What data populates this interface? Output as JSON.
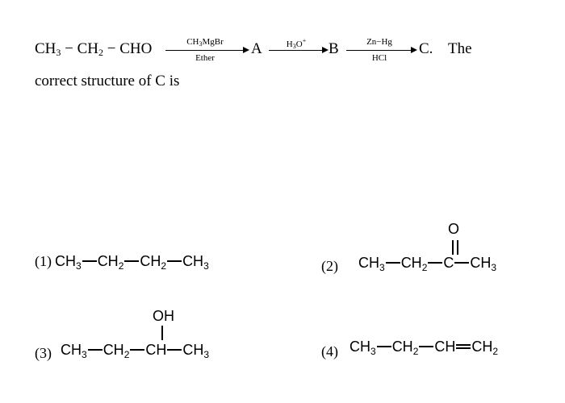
{
  "question": {
    "reactant": {
      "a": "CH",
      "a_sub": "3",
      "b": " − CH",
      "b_sub": "2",
      "c": " − CHO"
    },
    "step1": {
      "reagent": "CH",
      "reagent_sub": "3",
      "reagent_rest": "MgBr",
      "condition": "Ether",
      "product": "A"
    },
    "step2": {
      "reagent": "H",
      "reagent_sub": "3",
      "reagent_rest": "O",
      "reagent_sup": "+",
      "product": "B"
    },
    "step3": {
      "reagent": "Zn−Hg",
      "condition": "HCl",
      "product": "C."
    },
    "tail": "The",
    "line2": "correct structure of C is"
  },
  "options": [
    {
      "num": "(1)",
      "groups": [
        "CH",
        "CH",
        "CH",
        "CH"
      ],
      "subs": [
        "3",
        "2",
        "2",
        "3"
      ]
    },
    {
      "num": "(2)",
      "groups": [
        "CH",
        "CH",
        "C",
        "CH"
      ],
      "subs": [
        "3",
        "2",
        "",
        "3"
      ],
      "top_atom": "O"
    },
    {
      "num": "(3)",
      "groups": [
        "CH",
        "CH",
        "CH",
        "CH"
      ],
      "subs": [
        "3",
        "2",
        "",
        "3"
      ],
      "top_atom": "OH"
    },
    {
      "num": "(4)",
      "groups": [
        "CH",
        "CH",
        "CH",
        "CH"
      ],
      "subs": [
        "3",
        "2",
        "",
        "2"
      ]
    }
  ]
}
